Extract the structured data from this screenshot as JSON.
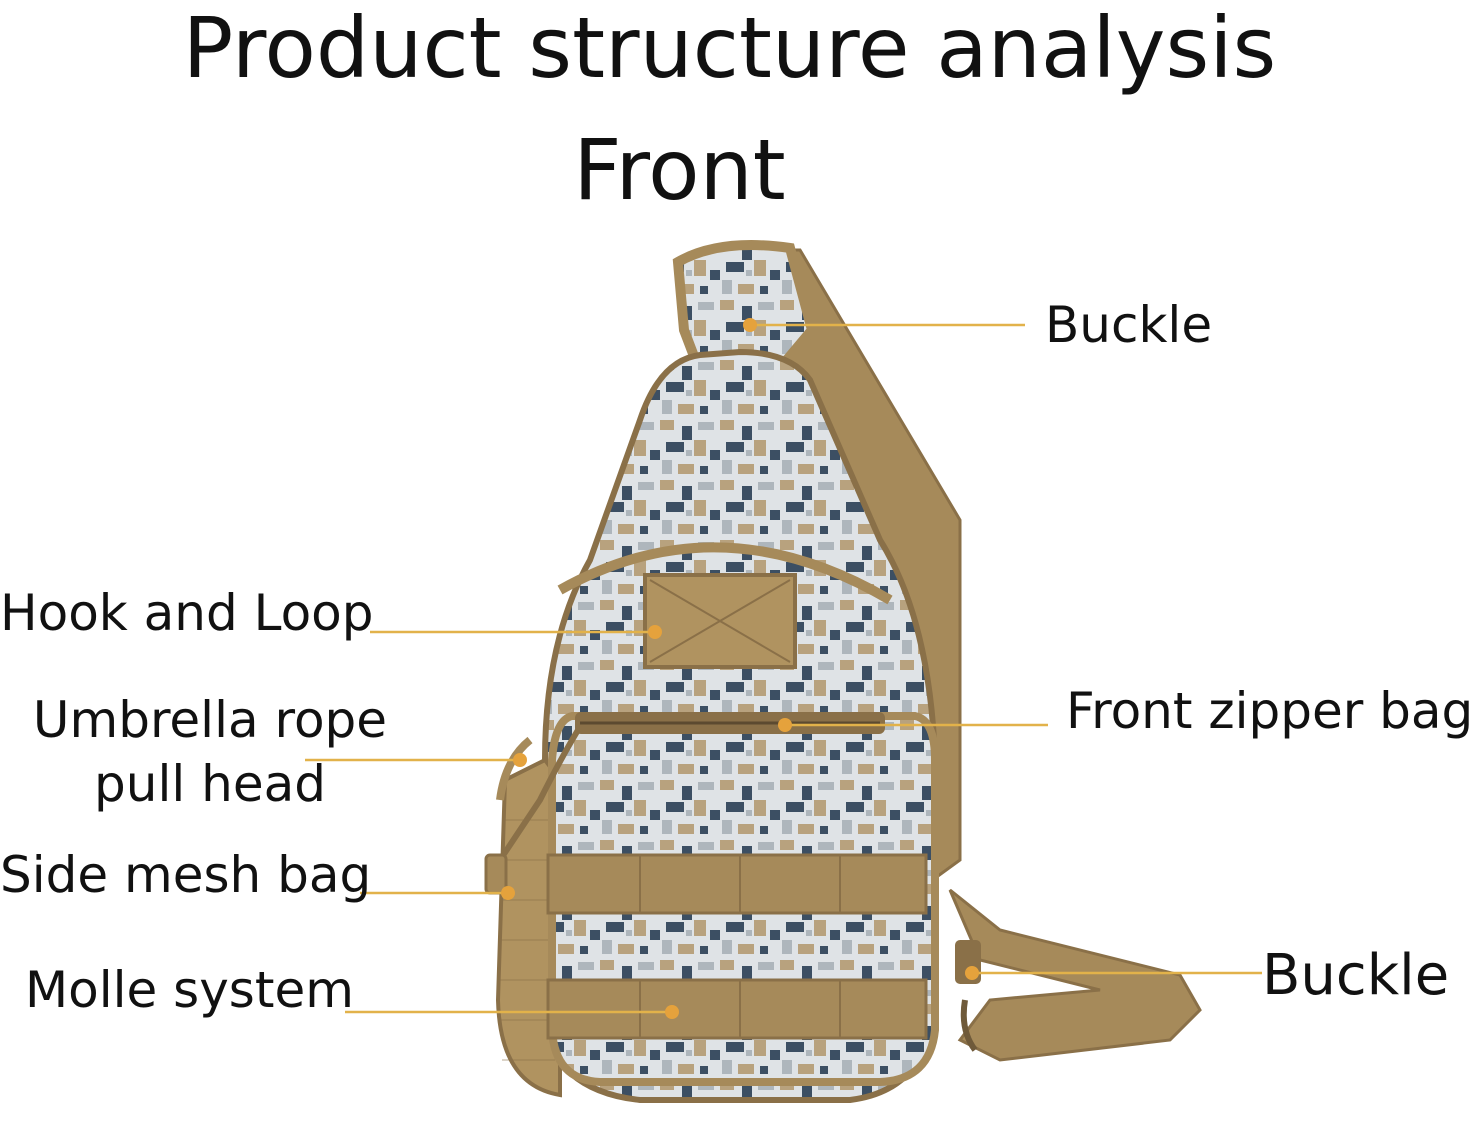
{
  "title": "Product structure analysis",
  "subtitle": "Front",
  "labels": {
    "buckle_top": "Buckle",
    "hook_loop": "Hook and Loop",
    "umbrella_line1": "Umbrella rope",
    "umbrella_line2": "pull head",
    "front_zipper": "Front zipper bag",
    "side_mesh": "Side mesh bag",
    "molle": "Molle system",
    "buckle_bottom": "Buckle"
  },
  "colors": {
    "leader": "#e2b24a",
    "dot": "#e5a23c",
    "khaki": "#a68a5a",
    "khaki_dark": "#8a7048",
    "camo_light": "#dfe3e6",
    "camo_navy": "#3c4f63",
    "camo_tan": "#b8a27e",
    "camo_grey": "#aeb6bc"
  }
}
